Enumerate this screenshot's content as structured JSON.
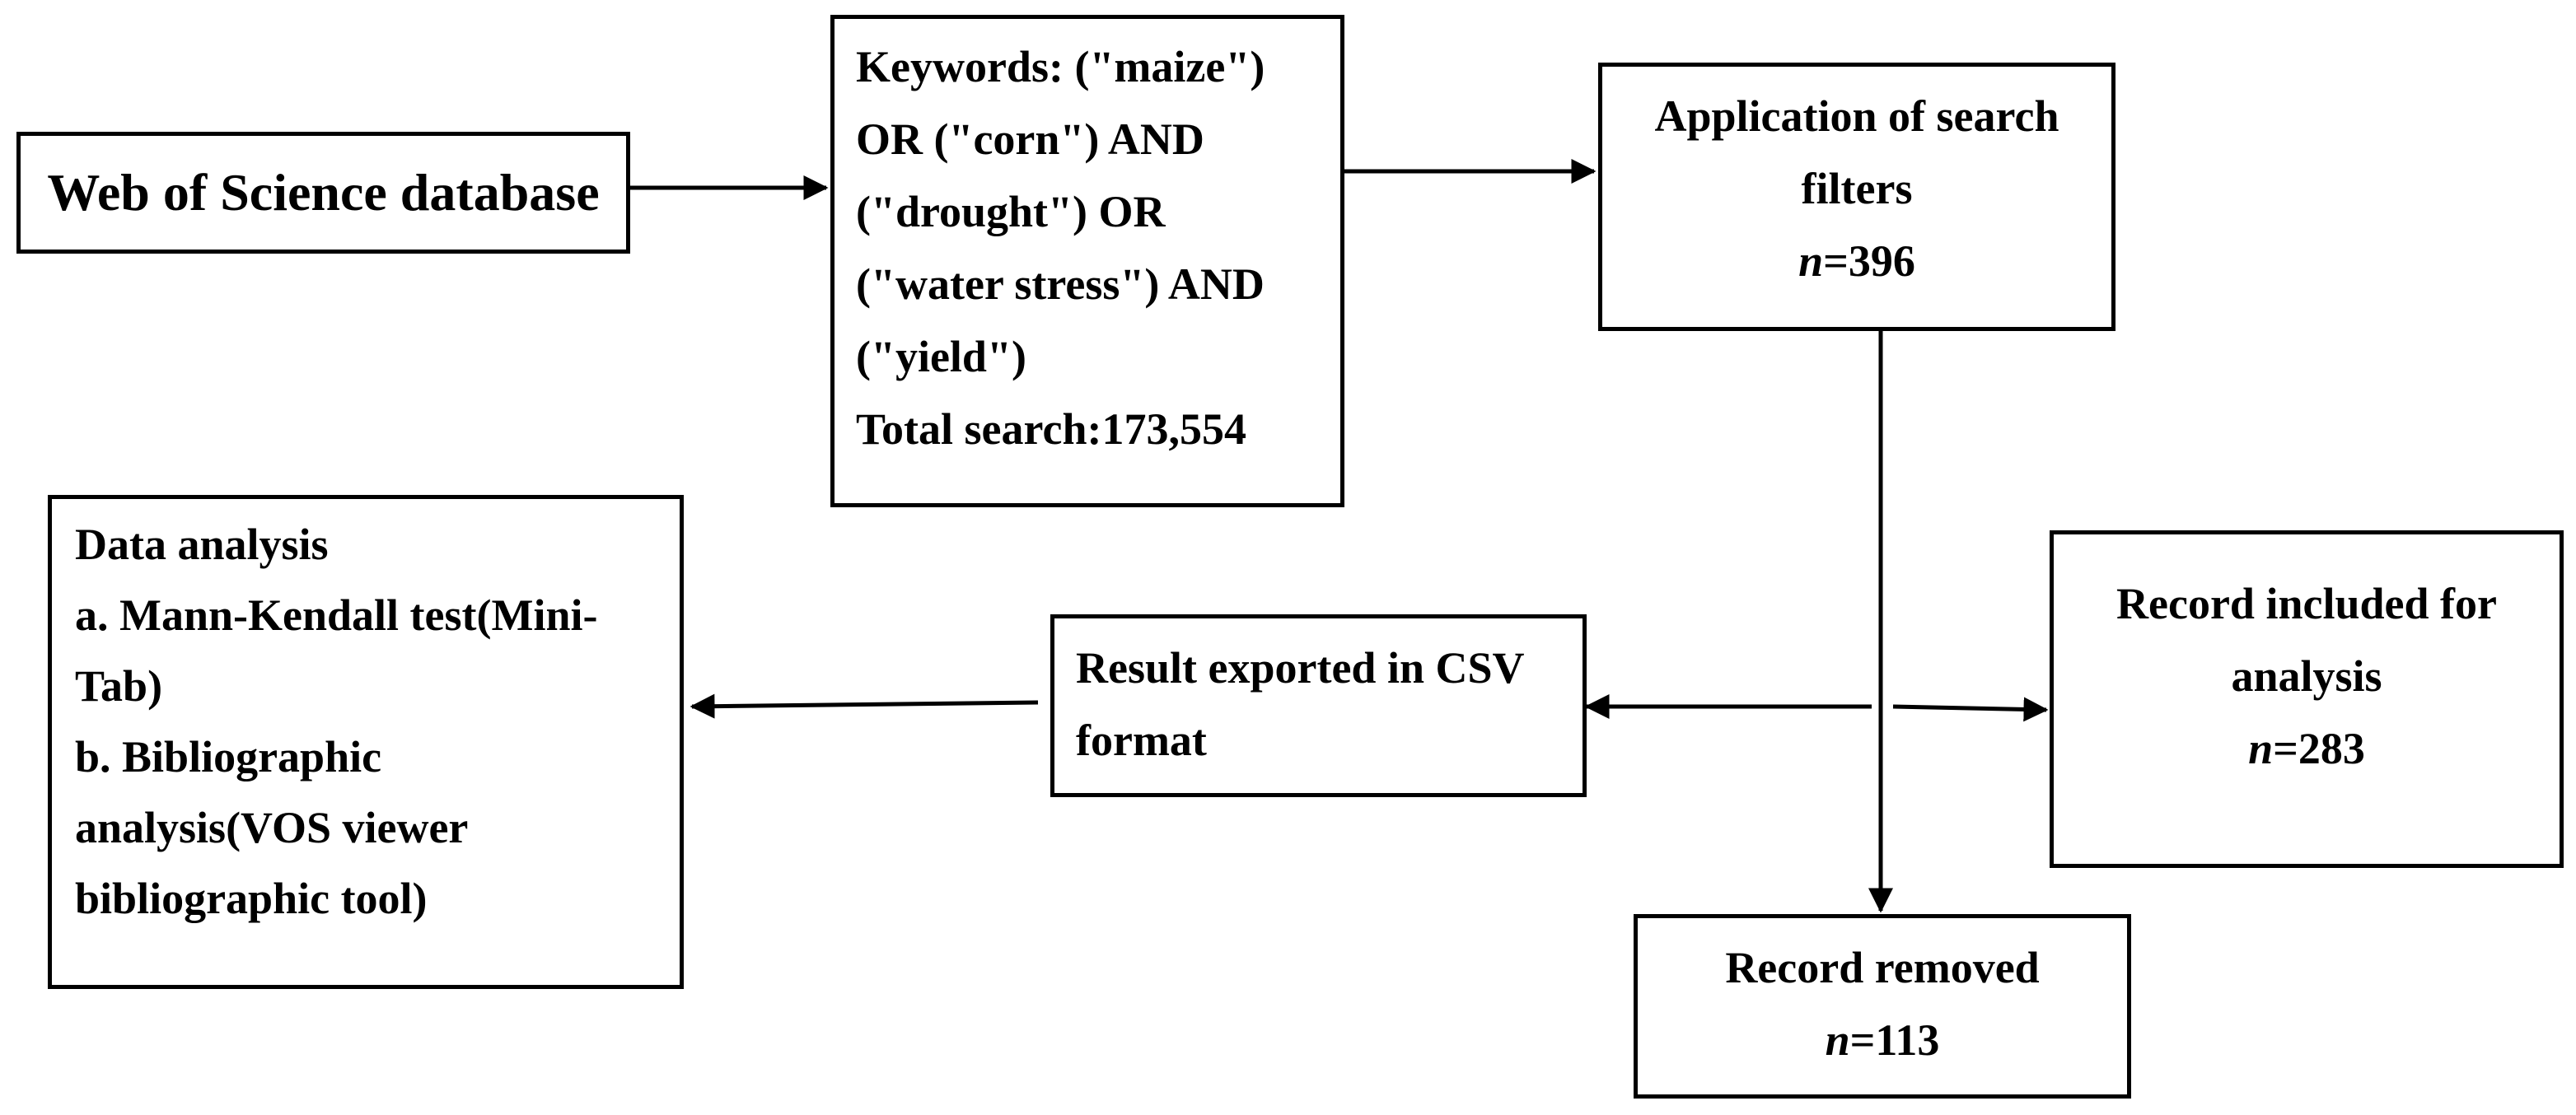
{
  "diagram": {
    "source_box": {
      "label": "Web of Science database"
    },
    "keywords_box": {
      "lines": [
        "Keywords: (\"maize\")",
        "OR (\"corn\") AND",
        "(\"drought\") OR",
        "(\"water stress\") AND",
        "(\"yield\")",
        "Total search:173,554"
      ]
    },
    "filters_box": {
      "lines": [
        "Application of search",
        "filters"
      ],
      "n_symbol": "n",
      "n_value": "=396"
    },
    "included_box": {
      "lines": [
        "Record included for",
        "analysis"
      ],
      "n_symbol": "n",
      "n_value": "=283"
    },
    "removed_box": {
      "lines": [
        "Record removed"
      ],
      "n_symbol": "n",
      "n_value": "=113"
    },
    "export_box": {
      "lines": [
        "Result exported in CSV",
        "format"
      ]
    },
    "analysis_box": {
      "lines": [
        "Data analysis",
        "a. Mann-Kendall test(Mini-",
        "Tab)",
        "b. Bibliographic",
        "analysis(VOS viewer",
        "bibliographic tool)"
      ]
    }
  }
}
